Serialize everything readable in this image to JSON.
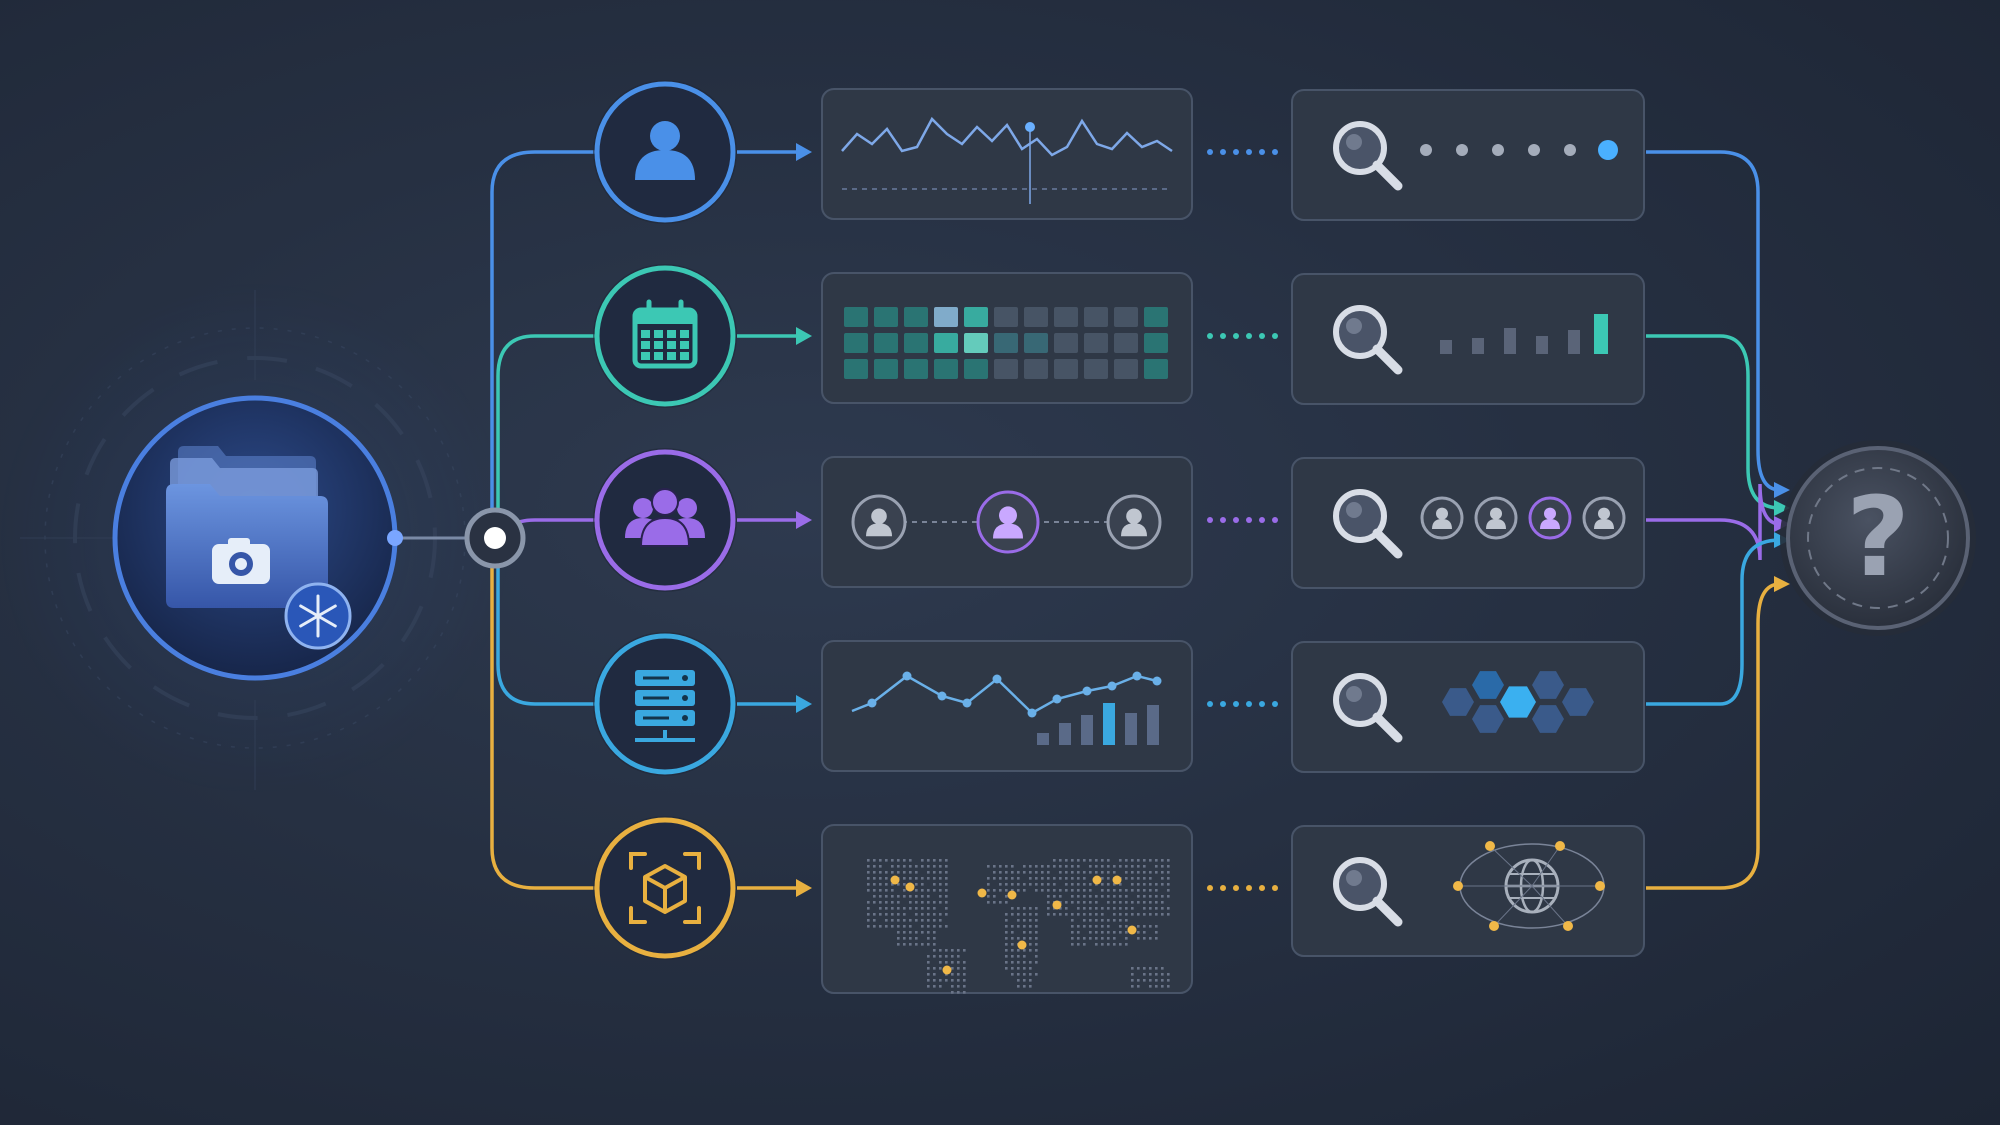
{
  "colors": {
    "background": "#263042",
    "panel": "#2f3846",
    "panel_border": "#485468",
    "blue": "#4a90e8",
    "teal": "#3cc8b4",
    "purple": "#9a6ce8",
    "cyan": "#3aa8e0",
    "gold": "#e8b040",
    "source": "#3d6fd0",
    "result": "#3a4150"
  },
  "source_node": {
    "icon": "folder-camera-icon",
    "badge_icon": "snowflake-icon"
  },
  "hub_node": {
    "icon": "junction-dot"
  },
  "result_node": {
    "icon": "question-mark-icon",
    "label": "?"
  },
  "branches": [
    {
      "id": "person",
      "color": "blue",
      "icon": "user-icon",
      "preview": "waveform-line",
      "search": "search-dots"
    },
    {
      "id": "calendar",
      "color": "teal",
      "icon": "calendar-icon",
      "preview": "heatmap-grid",
      "search": "search-bars"
    },
    {
      "id": "group",
      "color": "purple",
      "icon": "users-group-icon",
      "preview": "people-link",
      "search": "search-faces"
    },
    {
      "id": "server",
      "color": "cyan",
      "icon": "server-icon",
      "preview": "line-bar-combo",
      "search": "search-hexagons"
    },
    {
      "id": "object",
      "color": "gold",
      "icon": "cube-scan-icon",
      "preview": "world-dot-map",
      "search": "search-globe-network"
    }
  ]
}
